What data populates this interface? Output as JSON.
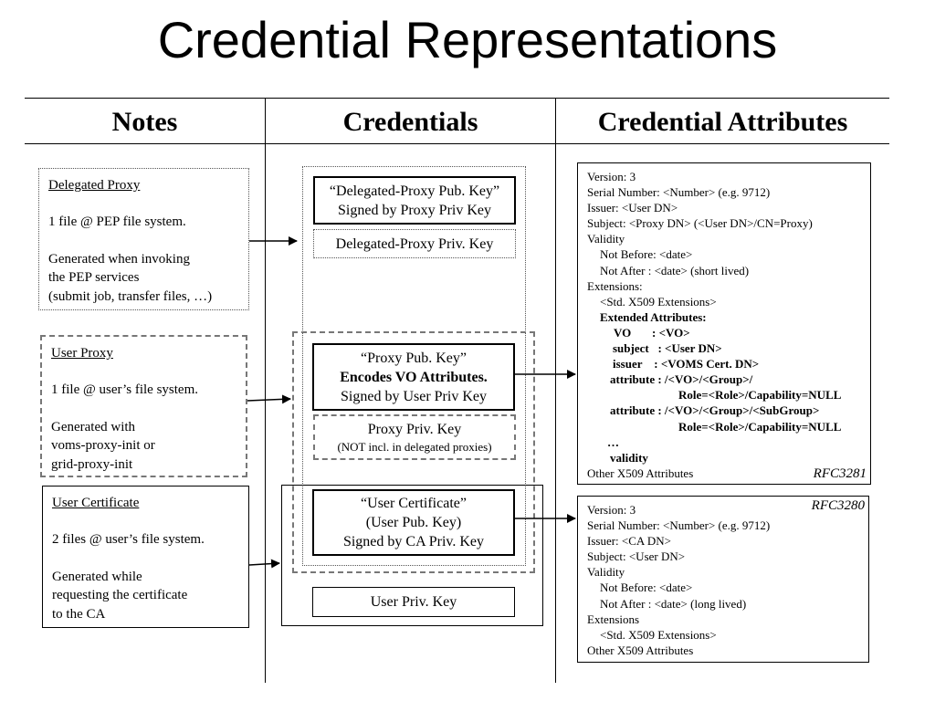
{
  "title": "Credential Representations",
  "columns": {
    "notes": "Notes",
    "credentials": "Credentials",
    "attributes": "Credential Attributes"
  },
  "notes": {
    "delegated": {
      "heading": "Delegated Proxy",
      "line1": "1 file @ PEP file system.",
      "line2": "Generated when invoking",
      "line3": "the PEP services",
      "line4": "(submit job, transfer files, …)"
    },
    "user_proxy": {
      "heading": "User Proxy",
      "line1": "1 file @ user’s file system.",
      "line2": "Generated with",
      "line3": "voms-proxy-init or",
      "line4": "grid-proxy-init"
    },
    "user_cert": {
      "heading": "User Certificate",
      "line1": "2 files @ user’s file system.",
      "line2": "Generated while",
      "line3": "requesting the certificate",
      "line4": "to the CA"
    }
  },
  "credentials": {
    "delegated_pub": {
      "line1": "“Delegated-Proxy Pub. Key”",
      "line2": "Signed by Proxy Priv Key"
    },
    "delegated_priv": "Delegated-Proxy Priv. Key",
    "proxy_pub": {
      "line1": "“Proxy Pub. Key”",
      "line2": "Encodes VO Attributes.",
      "line3": "Signed by User Priv Key"
    },
    "proxy_priv": {
      "line1": "Proxy Priv. Key",
      "line2": "(NOT incl. in delegated proxies)"
    },
    "user_cert": {
      "line1": "“User Certificate”",
      "line2": "(User Pub. Key)",
      "line3": "Signed by CA Priv. Key"
    },
    "user_priv": "User Priv. Key"
  },
  "attributes": {
    "proxy": {
      "lines": [
        "Version: 3",
        "Serial Number: <Number> (e.g. 9712)",
        "Issuer: <User DN>",
        "Subject: <Proxy DN> (<User DN>/CN=Proxy)",
        "Validity",
        "Not Before: <date>",
        "Not After : <date> (short lived)",
        "Extensions:",
        "<Std. X509 Extensions>",
        "Extended Attributes:",
        "VO       : <VO>",
        "subject   : <User DN>",
        "issuer    : <VOMS Cert. DN>",
        "attribute : /<VO>/<Group>/",
        "Role=<Role>/Capability=NULL",
        "attribute : /<VO>/<Group>/<SubGroup>",
        "Role=<Role>/Capability=NULL",
        "…",
        "validity",
        "Other X509 Attributes"
      ],
      "rfc": "RFC3281"
    },
    "cert": {
      "lines": [
        "Version: 3",
        "Serial Number: <Number> (e.g. 9712)",
        "Issuer: <CA DN>",
        "Subject: <User DN>",
        "Validity",
        "Not Before: <date>",
        "Not After : <date> (long lived)",
        "Extensions",
        "<Std. X509 Extensions>",
        "Other X509 Attributes"
      ],
      "rfc": "RFC3280"
    }
  }
}
